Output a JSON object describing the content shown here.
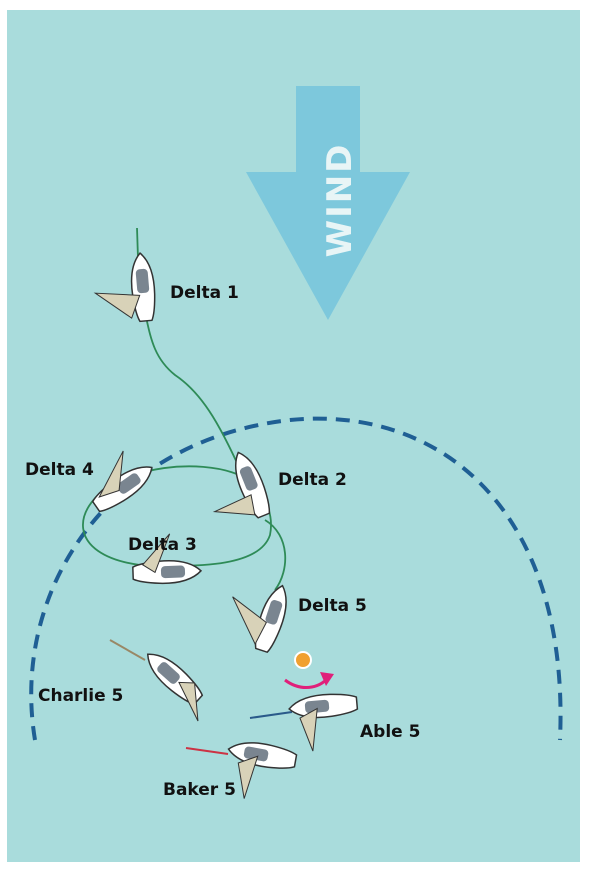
{
  "wind": {
    "label": "WIND",
    "color": "#7dc8dc"
  },
  "boats": [
    {
      "id": "delta-1",
      "label": "Delta 1"
    },
    {
      "id": "delta-2",
      "label": "Delta 2"
    },
    {
      "id": "delta-3",
      "label": "Delta 3"
    },
    {
      "id": "delta-4",
      "label": "Delta 4"
    },
    {
      "id": "delta-5",
      "label": "Delta 5"
    },
    {
      "id": "charlie-5",
      "label": "Charlie 5"
    },
    {
      "id": "able-5",
      "label": "Able 5"
    },
    {
      "id": "baker-5",
      "label": "Baker 5"
    }
  ],
  "colors": {
    "water": "#a9dcdc",
    "track": "#2e8b57",
    "zone_circle": "#1f5f94",
    "mark": "#f0a030",
    "rotation_arrow": "#e0207a",
    "hull": "#ffffff",
    "cockpit": "#7a8590",
    "sail": "#d8d2b8"
  }
}
